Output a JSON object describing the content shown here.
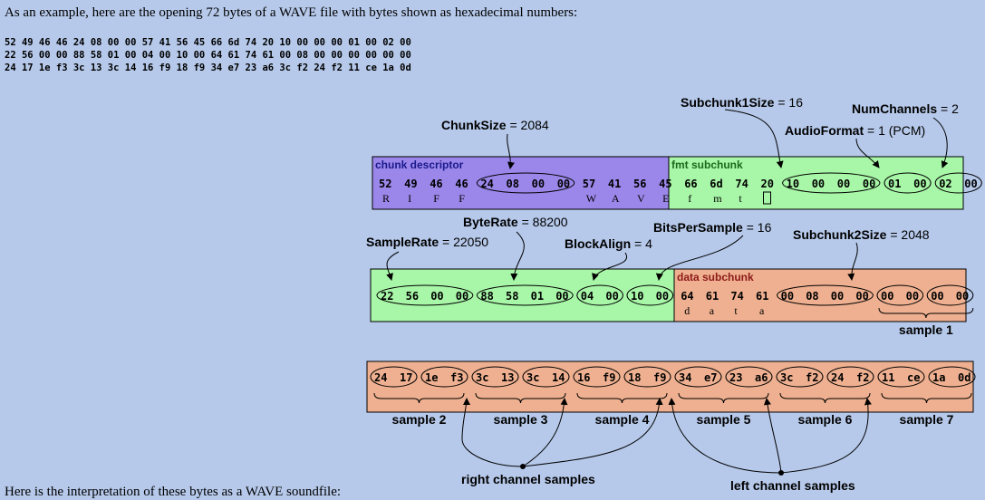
{
  "intro_text": "As an example, here are the opening 72 bytes of a WAVE file with bytes shown as hexadecimal numbers:",
  "hex_lines": [
    "52 49 46 46 24 08 00 00 57 41 56 45 66 6d 74 20 10 00 00 00 01 00 02 00",
    "22 56 00 00 88 58 01 00 04 00 10 00 64 61 74 61 00 08 00 00 00 00 00 00",
    "24 17 1e f3 3c 13 3c 14 16 f9 18 f9 34 e7 23 a6 3c f2 24 f2 11 ce 1a 0d"
  ],
  "outro_text": "Here is the interpretation of these bytes as a WAVE soundfile:",
  "colors": {
    "page_bg": "#b6c9ea",
    "chunk_descriptor": "#9b87ea",
    "fmt_subchunk": "#a8f6a8",
    "data_subchunk": "#eeb090"
  },
  "row1": {
    "chunk_label": "chunk descriptor",
    "fmt_label": "fmt subchunk",
    "hex": [
      "52",
      "49",
      "46",
      "46",
      "24",
      "08",
      "00",
      "00",
      "57",
      "41",
      "56",
      "45",
      "66",
      "6d",
      "74",
      "20",
      "10",
      "00",
      "00",
      "00",
      "01",
      "00",
      "02",
      "00"
    ],
    "chars": [
      "R",
      "I",
      "F",
      "F",
      "W",
      "A",
      "V",
      "E",
      "f",
      "m",
      "t"
    ]
  },
  "row2": {
    "data_label": "data subchunk",
    "hex": [
      "22",
      "56",
      "00",
      "00",
      "88",
      "58",
      "01",
      "00",
      "04",
      "00",
      "10",
      "00",
      "64",
      "61",
      "74",
      "61",
      "00",
      "08",
      "00",
      "00",
      "00",
      "00",
      "00",
      "00"
    ],
    "chars": [
      "d",
      "a",
      "t",
      "a"
    ],
    "sample1_label": "sample 1"
  },
  "row3": {
    "hex": [
      "24",
      "17",
      "1e",
      "f3",
      "3c",
      "13",
      "3c",
      "14",
      "16",
      "f9",
      "18",
      "f9",
      "34",
      "e7",
      "23",
      "a6",
      "3c",
      "f2",
      "24",
      "f2",
      "11",
      "ce",
      "1a",
      "0d"
    ],
    "sample_labels": [
      "sample 2",
      "sample 3",
      "sample 4",
      "sample 5",
      "sample 6",
      "sample 7"
    ]
  },
  "annotations": {
    "chunk_size": {
      "name": "ChunkSize",
      "value": " = 2084"
    },
    "subchunk1_size": {
      "name": "Subchunk1Size",
      "value": " = 16"
    },
    "num_channels": {
      "name": "NumChannels",
      "value": " = 2"
    },
    "audio_format": {
      "name": "AudioFormat",
      "value": " = 1 (PCM)"
    },
    "byte_rate": {
      "name": "ByteRate",
      "value": " = 88200"
    },
    "bits_per_sample": {
      "name": "BitsPerSample",
      "value": " = 16"
    },
    "sample_rate": {
      "name": "SampleRate",
      "value": " = 22050"
    },
    "block_align": {
      "name": "BlockAlign",
      "value": " = 4"
    },
    "subchunk2_size": {
      "name": "Subchunk2Size",
      "value": " = 2048"
    }
  },
  "right_channel_label": "right channel samples",
  "left_channel_label": "left channel samples"
}
